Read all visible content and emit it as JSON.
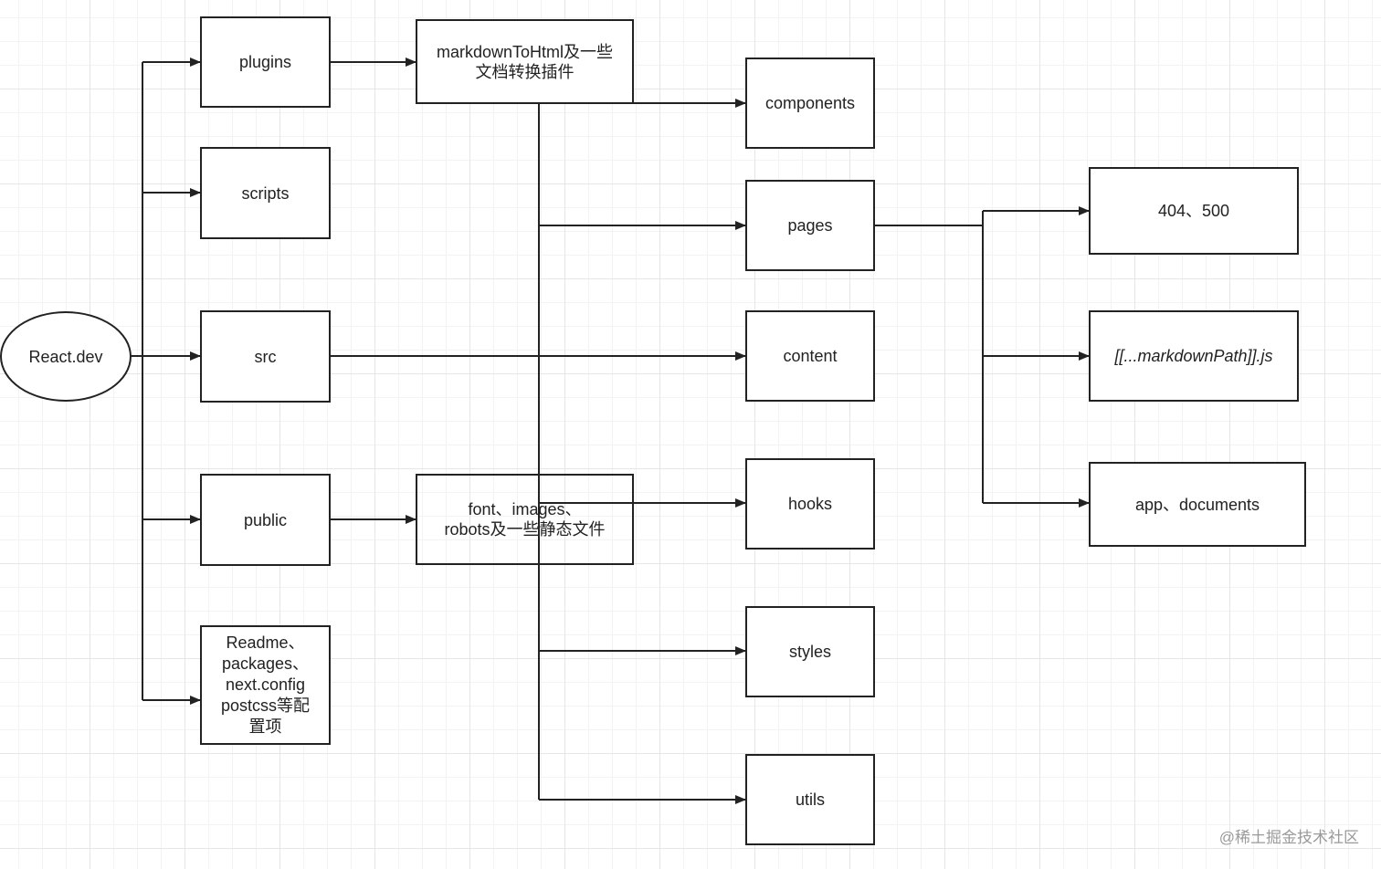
{
  "diagram": {
    "nodes": {
      "react_dev": "React.dev",
      "plugins": "plugins",
      "scripts": "scripts",
      "src": "src",
      "public": "public",
      "config": "Readme、\npackages、\nnext.config\npostcss等配\n置项",
      "markdown_plugins": "markdownToHtml及一些\n文档转换插件",
      "static_files": "font、images、\nrobots及一些静态文件",
      "components": "components",
      "pages": "pages",
      "content": "content",
      "hooks": "hooks",
      "styles": "styles",
      "utils": "utils",
      "error_pages": "404、500",
      "markdown_path": "[[...markdownPath]].js",
      "app_documents": "app、documents"
    },
    "edges": [
      {
        "from": "react_dev",
        "to": "plugins"
      },
      {
        "from": "react_dev",
        "to": "scripts"
      },
      {
        "from": "react_dev",
        "to": "src"
      },
      {
        "from": "react_dev",
        "to": "public"
      },
      {
        "from": "react_dev",
        "to": "config"
      },
      {
        "from": "plugins",
        "to": "markdown_plugins"
      },
      {
        "from": "public",
        "to": "static_files"
      },
      {
        "from": "src",
        "to": "components"
      },
      {
        "from": "src",
        "to": "pages"
      },
      {
        "from": "src",
        "to": "content"
      },
      {
        "from": "src",
        "to": "hooks"
      },
      {
        "from": "src",
        "to": "styles"
      },
      {
        "from": "src",
        "to": "utils"
      },
      {
        "from": "pages",
        "to": "error_pages"
      },
      {
        "from": "pages",
        "to": "markdown_path"
      },
      {
        "from": "pages",
        "to": "app_documents"
      }
    ],
    "colors": {
      "stroke": "#222222",
      "grid": "#e6e6e6",
      "background": "#ffffff"
    }
  },
  "watermark": "@稀土掘金技术社区"
}
